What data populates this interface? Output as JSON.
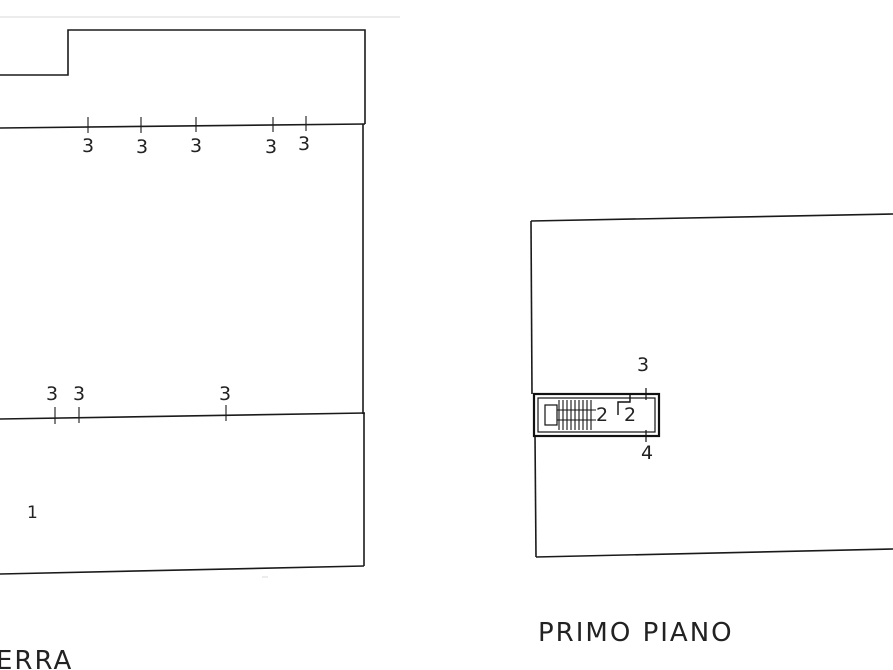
{
  "left_plan": {
    "room_number": "1",
    "upper_marks": [
      "3",
      "3",
      "3",
      "3",
      "3"
    ],
    "lower_marks": [
      "3",
      "3",
      "3"
    ],
    "caption": "ERRA"
  },
  "right_plan": {
    "stair_numbers": [
      "2",
      "2"
    ],
    "mark_above": "3",
    "mark_below": "4",
    "caption": "PRIMO PIANO"
  }
}
